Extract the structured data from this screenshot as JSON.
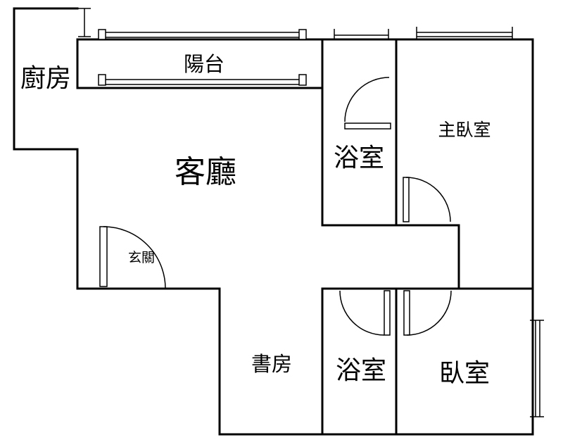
{
  "rooms": {
    "kitchen": "廚房",
    "balcony": "陽台",
    "living_room": "客廳",
    "entrance": "玄關",
    "bathroom_upper": "浴室",
    "master_bedroom": "主臥室",
    "study": "書房",
    "bathroom_lower": "浴室",
    "bedroom": "臥室"
  }
}
